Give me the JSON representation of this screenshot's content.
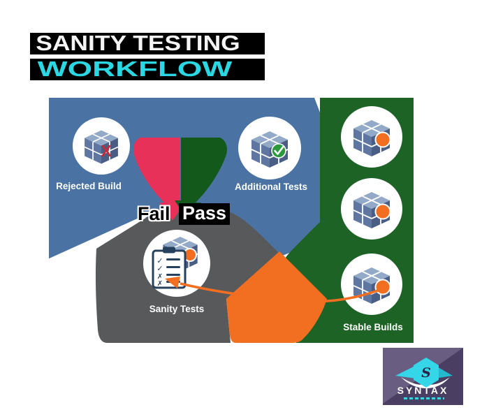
{
  "title": {
    "line1": "SANITY TESTING",
    "line2": "WORKFLOW"
  },
  "diagram": {
    "nodes": [
      {
        "label": "Rejected Build"
      },
      {
        "label": "Additional Tests"
      },
      {
        "label": "Sanity Tests"
      },
      {
        "label": "Stable Builds"
      }
    ],
    "branch_labels": {
      "fail": "Fail",
      "pass": "Pass"
    },
    "icons": {
      "x_mark": "X",
      "check_mark": "✓",
      "clipboard_marks": [
        "✓",
        "✓",
        "✗",
        "✗"
      ]
    },
    "colors": {
      "blue_panel": "#4a73a3",
      "green_panel": "#1d6326",
      "pass_arrow_green": "#14591c",
      "fail_arrow_pink": "#e73158",
      "gray_blob": "#58595b",
      "orange": "#f26f21",
      "title_cyan": "#2bd7e2",
      "cube_top": "#92a9c7",
      "cube_left": "#5f77a0",
      "cube_right": "#4a5e85",
      "badge_green": "#2a9a3d",
      "x_red": "#c22c3d",
      "clipboard_navy": "#26405e",
      "logo_purple": "#4a3f63",
      "logo_cyan": "#35d6e8"
    }
  },
  "logo": {
    "name": "SYNTAX"
  }
}
